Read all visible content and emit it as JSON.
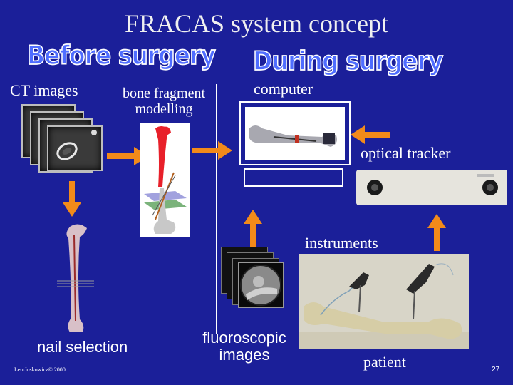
{
  "slide": {
    "title": "FRACAS  system concept",
    "before_label": "Before surgery",
    "during_label": "During surgery",
    "ct_label": "CT images",
    "fragment_label_line1": "bone fragment",
    "fragment_label_line2": "modelling",
    "computer_label": "computer",
    "tracker_label": "optical tracker",
    "instruments_label": "instruments",
    "nail_label": "nail selection",
    "fluoro_label_line1": "fluoroscopic",
    "fluoro_label_line2": "images",
    "patient_label": "patient",
    "copyright": "Leo Joskowicz© 2000",
    "page_number": "27"
  },
  "colors": {
    "background": "#1b1f99",
    "phase_fill": "#4f6dff",
    "arrow": "#f28a1a",
    "bone_red": "#e8202a",
    "divider": "#ffffff"
  },
  "icons": {
    "arrow": "orange-arrow-icon",
    "computer": "computer-monitor-icon",
    "tracker": "optical-tracker-device",
    "bone": "femur-bone-image"
  }
}
